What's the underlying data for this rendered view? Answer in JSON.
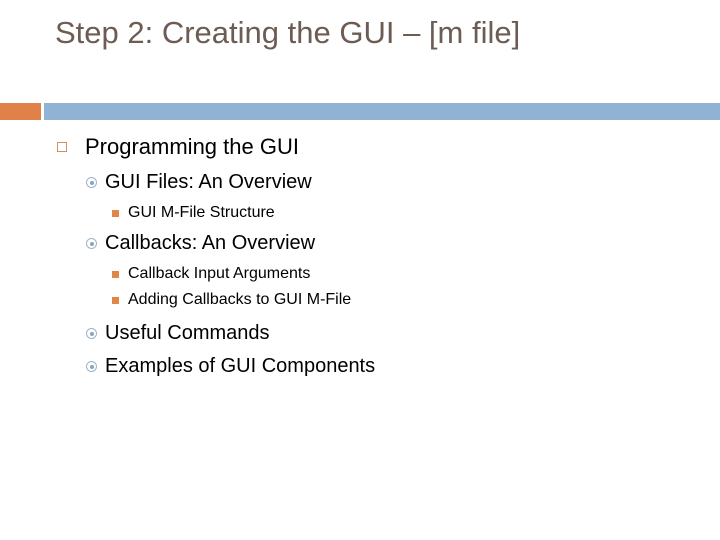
{
  "slide": {
    "title": "Step 2: Creating the GUI – [m file]",
    "title_color": "#6d5c53",
    "background_color": "#ffffff"
  },
  "divider": {
    "accent_color": "#e0814a",
    "bar_color": "#91b3d3",
    "accent_name": "orange-accent-block",
    "bar_name": "blue-rule-bar"
  },
  "bullets": {
    "level1_marker": "hollow-square-bullet",
    "level2_marker": "target-dot-bullet",
    "level3_marker": "filled-square-bullet",
    "level1_marker_color": "#d09060",
    "level2_marker_color": "#9bb4c9",
    "level3_marker_color": "#e08648",
    "items": [
      {
        "level": 1,
        "text": "Programming the GUI"
      },
      {
        "level": 2,
        "text": "GUI Files: An Overview"
      },
      {
        "level": 3,
        "text": "GUI M-File Structure"
      },
      {
        "level": 2,
        "text": "Callbacks: An Overview"
      },
      {
        "level": 3,
        "text": "Callback Input Arguments"
      },
      {
        "level": 3,
        "text": "Adding Callbacks to GUI M-File"
      },
      {
        "level": 2,
        "text": "Useful Commands"
      },
      {
        "level": 2,
        "text": "Examples of GUI Components"
      }
    ]
  }
}
